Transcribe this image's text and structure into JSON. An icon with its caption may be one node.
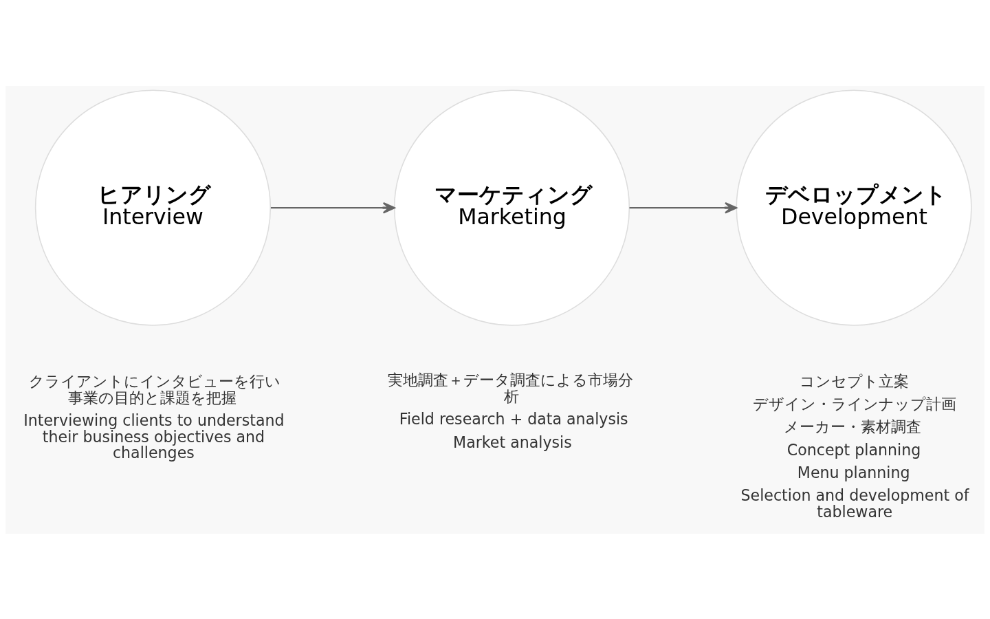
{
  "diagram": {
    "nodes": [
      {
        "text": [
          "ヒアリング",
          "Interview"
        ],
        "beside": [
          "クライアントにインタビューを行い事業の目的と課題を把握",
          "Interviewing clients to understand their business objectives and challenges"
        ]
      },
      {
        "text": [
          "マーケティング",
          "Marketing"
        ],
        "beside": [
          "実地調査＋データ調査による市場分析",
          "Field research + data analysis",
          "Market analysis"
        ]
      },
      {
        "text": [
          "デベロップメント",
          "Development"
        ],
        "beside": [
          "コンセプト立案",
          "デザイン・ラインナップ計画",
          "メーカー・素材調査",
          "Concept planning",
          "Menu planning",
          "Selection and development of tableware"
        ]
      }
    ],
    "edges": [
      {
        "from": 0,
        "to": 1,
        "arrow": "to"
      },
      {
        "from": 1,
        "to": 2,
        "arrow": "to"
      }
    ]
  }
}
